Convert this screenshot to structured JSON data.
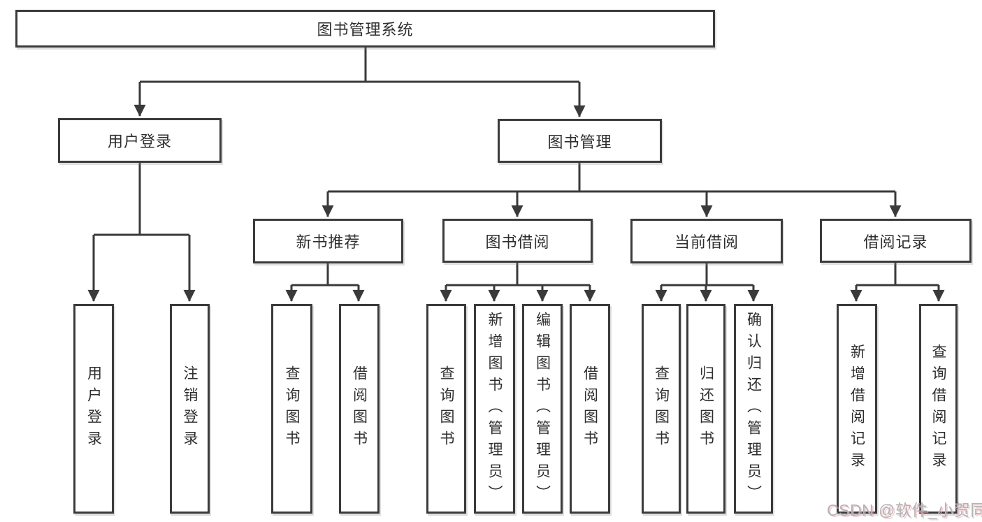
{
  "title": "图书管理系统",
  "branches": [
    {
      "label": "用户登录",
      "children": [
        "用户登录",
        "注销登录"
      ]
    },
    {
      "label": "图书管理",
      "groups": [
        {
          "label": "新书推荐",
          "children": [
            "查询图书",
            "借阅图书"
          ]
        },
        {
          "label": "图书借阅",
          "children": [
            "查询图书",
            "新增图书（管理员）",
            "编辑图书（管理员）",
            "借阅图书"
          ]
        },
        {
          "label": "当前借阅",
          "children": [
            "查询图书",
            "归还图书",
            "确认归还（管理员）"
          ]
        },
        {
          "label": "借阅记录",
          "children": [
            "新增借阅记录",
            "查询借阅记录"
          ]
        }
      ]
    }
  ],
  "watermark": "CSDN @软件_小贺同学",
  "colors": {
    "line": "#3a3a3a",
    "box_border": "#3b3b3b",
    "text": "#2e2e2e",
    "watermark": "#b3b3b3",
    "background": "#ffffff"
  }
}
